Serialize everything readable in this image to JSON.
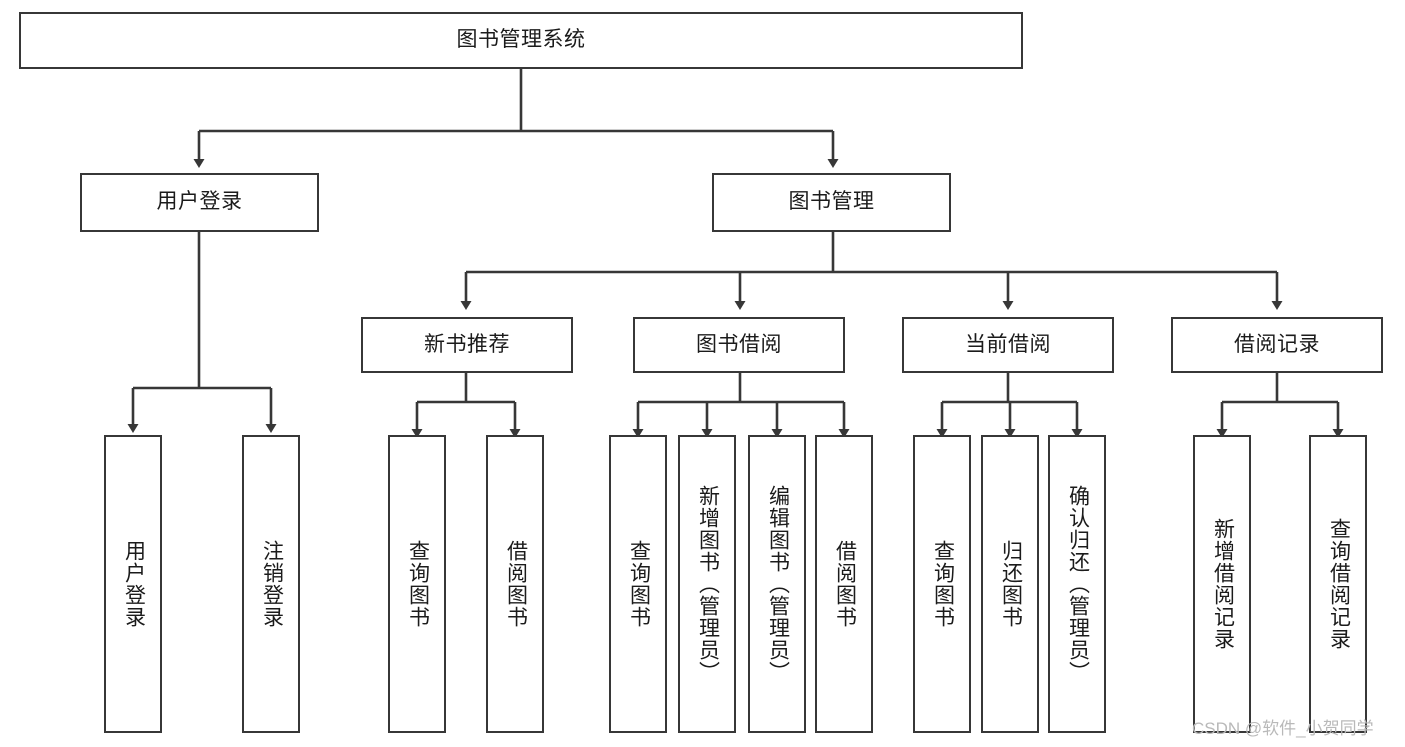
{
  "diagram": {
    "type": "tree-hierarchy-flowchart",
    "title": "图书管理系统",
    "colors": {
      "border": "#373737",
      "text": "#1b1b1b",
      "background": "#ffffff",
      "edge": "#373737",
      "watermark": "#b9b9b9"
    },
    "nodes": {
      "root": {
        "label": "图书管理系统"
      },
      "level1": [
        {
          "id": "user-login",
          "label": "用户登录"
        },
        {
          "id": "book-manage",
          "label": "图书管理"
        }
      ],
      "level2": [
        {
          "id": "new-book-recommend",
          "label": "新书推荐"
        },
        {
          "id": "book-borrow",
          "label": "图书借阅"
        },
        {
          "id": "current-borrow",
          "label": "当前借阅"
        },
        {
          "id": "borrow-record",
          "label": "借阅记录"
        }
      ],
      "leaves": {
        "user-login": [
          {
            "id": "leaf-user-login",
            "label": "用户登录"
          },
          {
            "id": "leaf-user-logout",
            "label": "注销登录"
          }
        ],
        "new-book-recommend": [
          {
            "id": "leaf-query-book-1",
            "label": "查询图书"
          },
          {
            "id": "leaf-borrow-book-1",
            "label": "借阅图书"
          }
        ],
        "book-borrow": [
          {
            "id": "leaf-query-book-2",
            "label": "查询图书"
          },
          {
            "id": "leaf-add-book",
            "label": "新增图书（管理员）"
          },
          {
            "id": "leaf-edit-book",
            "label": "编辑图书（管理员）"
          },
          {
            "id": "leaf-borrow-book-2",
            "label": "借阅图书"
          }
        ],
        "current-borrow": [
          {
            "id": "leaf-query-book-3",
            "label": "查询图书"
          },
          {
            "id": "leaf-return-book",
            "label": "归还图书"
          },
          {
            "id": "leaf-confirm-return",
            "label": "确认归还（管理员）"
          }
        ],
        "borrow-record": [
          {
            "id": "leaf-add-record",
            "label": "新增借阅记录"
          },
          {
            "id": "leaf-query-record",
            "label": "查询借阅记录"
          }
        ]
      }
    },
    "watermark": "CSDN @软件_小贺同学"
  }
}
